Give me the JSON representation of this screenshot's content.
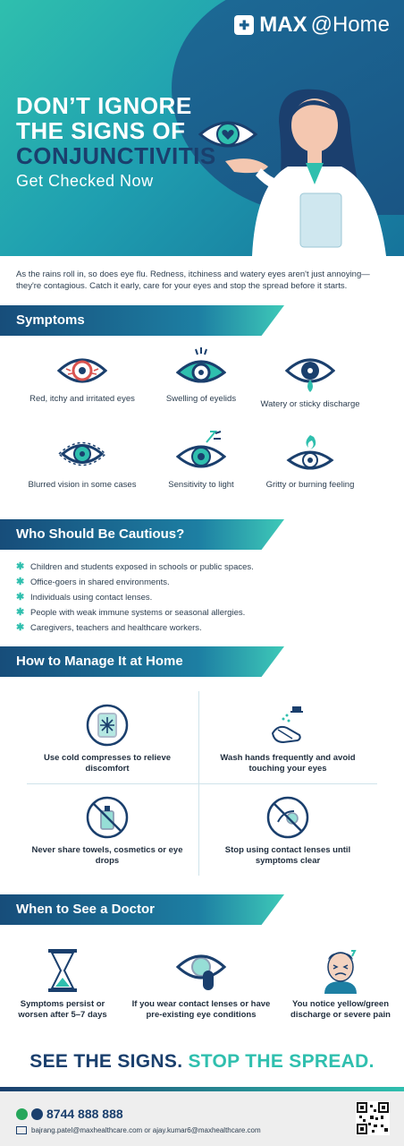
{
  "brand": {
    "name_bold": "MAX",
    "name_rest": "@Home",
    "icon": "max-logo-icon"
  },
  "hero": {
    "line1": "DON’T IGNORE",
    "line2": "THE SIGNS OF",
    "line3": "CONJUNCTIVITIS",
    "line4": "Get Checked Now"
  },
  "intro": "As the rains roll in, so does eye flu. Redness, itchiness and watery eyes aren't just annoying—they're contagious. Catch it early, care for your eyes and stop the spread before it starts.",
  "symptoms": {
    "heading": "Symptoms",
    "items": [
      {
        "label": "Red, itchy and irritated eyes",
        "icon": "red-eye-icon"
      },
      {
        "label": "Swelling of eyelids",
        "icon": "swollen-eye-icon"
      },
      {
        "label": "Watery or sticky discharge",
        "icon": "watery-eye-icon"
      },
      {
        "label": "Blurred vision in some cases",
        "icon": "blurred-eye-icon"
      },
      {
        "label": "Sensitivity to light",
        "icon": "light-sensitive-eye-icon"
      },
      {
        "label": "Gritty or burning feeling",
        "icon": "burning-eye-icon"
      }
    ]
  },
  "cautious": {
    "heading": "Who Should Be Cautious?",
    "items": [
      "Children and students exposed in schools or public spaces.",
      "Office-goers in shared environments.",
      "Individuals using contact lenses.",
      "People with weak immune systems or seasonal allergies.",
      "Caregivers, teachers and healthcare workers."
    ]
  },
  "manage": {
    "heading": "How to Manage It at Home",
    "items": [
      {
        "label": "Use cold compresses to relieve discomfort",
        "icon": "cold-compress-icon"
      },
      {
        "label": "Wash hands frequently and avoid touching your eyes",
        "icon": "hand-wash-icon"
      },
      {
        "label": "Never share towels, cosmetics or eye drops",
        "icon": "no-sharing-icon"
      },
      {
        "label": "Stop using contact lenses until symptoms clear",
        "icon": "no-contact-lens-icon"
      }
    ]
  },
  "doctor": {
    "heading": "When to See a Doctor",
    "items": [
      {
        "label": "Symptoms persist or worsen after 5–7 days",
        "icon": "hourglass-icon"
      },
      {
        "label": "If you wear contact lenses or have pre-existing eye conditions",
        "icon": "contact-lens-eye-icon"
      },
      {
        "label": "You notice yellow/green discharge or severe pain",
        "icon": "pain-face-icon"
      }
    ]
  },
  "tagline": {
    "part1": "SEE THE SIGNS.",
    "part2": "STOP THE SPREAD."
  },
  "footer": {
    "phone": "8744 888 888",
    "email": "bajrang.patel@maxhealthcare.com or ajay.kumar6@maxhealthcare.com",
    "icons": [
      "whatsapp-icon",
      "phone-icon",
      "email-icon",
      "qr-code"
    ]
  },
  "colors": {
    "teal": "#2fbfae",
    "navy": "#1a3f6d",
    "blue": "#1d7fa3",
    "red": "#d9534f"
  }
}
